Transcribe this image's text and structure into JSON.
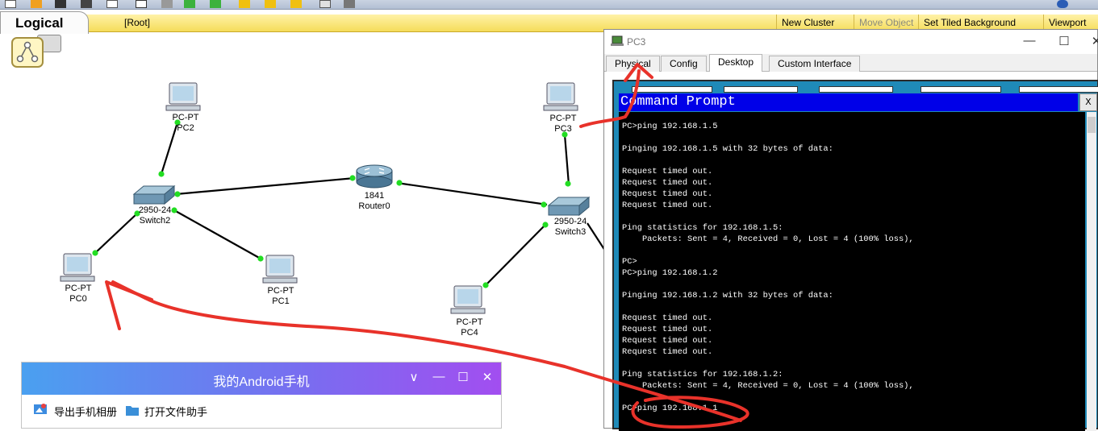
{
  "toolbar": {
    "icons": [
      "new-file-icon",
      "open-folder-icon",
      "save-icon",
      "print-icon",
      "copy-icon",
      "activity-wizard-icon",
      "grid-icon",
      "green-arrows-icon",
      "green-down-icon",
      "draw-line-icon",
      "draw-curve-icon",
      "draw-freehand-icon",
      "palette-icon",
      "keyboard-icon",
      "help-icon"
    ]
  },
  "logical_bar": {
    "tab_label": "Logical",
    "root_label": "[Root]",
    "buttons": {
      "new_cluster": "New Cluster",
      "move_object": "Move Object",
      "set_tiled_background": "Set Tiled Background",
      "viewport": "Viewport"
    }
  },
  "network": {
    "pc2": {
      "type": "PC-PT",
      "name": "PC2"
    },
    "switch2": {
      "type": "2950-24",
      "name": "Switch2"
    },
    "router0": {
      "type": "1841",
      "name": "Router0"
    },
    "pc3": {
      "type": "PC-PT",
      "name": "PC3"
    },
    "switch3": {
      "type": "2950-24",
      "name": "Switch3"
    },
    "pc0": {
      "type": "PC-PT",
      "name": "PC0"
    },
    "pc1": {
      "type": "PC-PT",
      "name": "PC1"
    },
    "pc4": {
      "type": "PC-PT",
      "name": "PC4"
    },
    "colors": {
      "cable": "#000000",
      "link_up": "#22dd22"
    }
  },
  "pc3_window": {
    "title": "PC3",
    "controls": {
      "minimize": "—",
      "maximize": "☐",
      "close": "✕"
    },
    "tabs": [
      "Physical",
      "Config",
      "Desktop",
      "Custom Interface"
    ],
    "active_tab": "Desktop",
    "command_prompt": {
      "title": "Command Prompt",
      "close": "X",
      "lines": [
        "PC>ping 192.168.1.5",
        "",
        "Pinging 192.168.1.5 with 32 bytes of data:",
        "",
        "Request timed out.",
        "Request timed out.",
        "Request timed out.",
        "Request timed out.",
        "",
        "Ping statistics for 192.168.1.5:",
        "    Packets: Sent = 4, Received = 0, Lost = 4 (100% loss),",
        "",
        "PC>",
        "PC>ping 192.168.1.2",
        "",
        "Pinging 192.168.1.2 with 32 bytes of data:",
        "",
        "Request timed out.",
        "Request timed out.",
        "Request timed out.",
        "Request timed out.",
        "",
        "Ping statistics for 192.168.1.2:",
        "    Packets: Sent = 4, Received = 0, Lost = 4 (100% loss),",
        "",
        "PC>ping 192.168.1.1"
      ]
    },
    "colors": {
      "desktop_bg": "#1f8ab8",
      "prompt_title_bg": "#0000e8"
    }
  },
  "android_popup": {
    "title": "我的Android手机",
    "controls": {
      "menu": "∨",
      "minimize": "—",
      "maximize": "☐",
      "close": "✕"
    },
    "items": {
      "export_album": "导出手机相册",
      "open_file_helper": "打开文件助手"
    }
  },
  "annotation": {
    "ink_color": "#e8322a"
  }
}
